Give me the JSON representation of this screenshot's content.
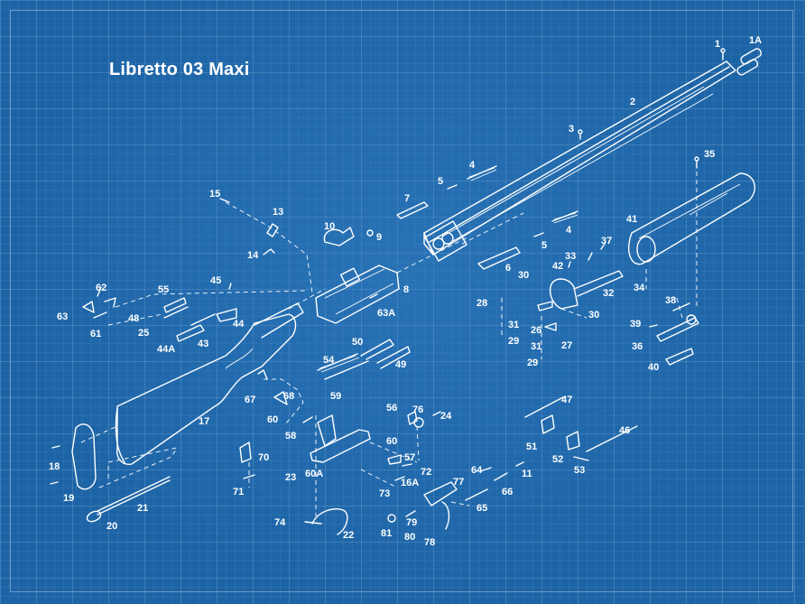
{
  "title": "Libretto 03 Maxi",
  "part_labels": [
    {
      "id": "p1",
      "text": "1"
    },
    {
      "id": "p1a",
      "text": "1A"
    },
    {
      "id": "p2",
      "text": "2"
    },
    {
      "id": "p3",
      "text": "3"
    },
    {
      "id": "p4a",
      "text": "4"
    },
    {
      "id": "p5a",
      "text": "5"
    },
    {
      "id": "p7",
      "text": "7"
    },
    {
      "id": "p35",
      "text": "35"
    },
    {
      "id": "p15",
      "text": "15"
    },
    {
      "id": "p13",
      "text": "13"
    },
    {
      "id": "p14",
      "text": "14"
    },
    {
      "id": "p10",
      "text": "10"
    },
    {
      "id": "p9",
      "text": "9"
    },
    {
      "id": "p41",
      "text": "41"
    },
    {
      "id": "p4b",
      "text": "4"
    },
    {
      "id": "p5b",
      "text": "5"
    },
    {
      "id": "p37",
      "text": "37"
    },
    {
      "id": "p33",
      "text": "33"
    },
    {
      "id": "p42",
      "text": "42"
    },
    {
      "id": "p6",
      "text": "6"
    },
    {
      "id": "p30a",
      "text": "30"
    },
    {
      "id": "p32",
      "text": "32"
    },
    {
      "id": "p34",
      "text": "34"
    },
    {
      "id": "p30b",
      "text": "30"
    },
    {
      "id": "p8",
      "text": "8"
    },
    {
      "id": "p45",
      "text": "45"
    },
    {
      "id": "p55",
      "text": "55"
    },
    {
      "id": "p62",
      "text": "62"
    },
    {
      "id": "p63",
      "text": "63"
    },
    {
      "id": "p48",
      "text": "48"
    },
    {
      "id": "p61",
      "text": "61"
    },
    {
      "id": "p25",
      "text": "25"
    },
    {
      "id": "p44",
      "text": "44"
    },
    {
      "id": "p44a",
      "text": "44A"
    },
    {
      "id": "p43",
      "text": "43"
    },
    {
      "id": "p63a",
      "text": "63A"
    },
    {
      "id": "p28",
      "text": "28"
    },
    {
      "id": "p31a",
      "text": "31"
    },
    {
      "id": "p29a",
      "text": "29"
    },
    {
      "id": "p26",
      "text": "26"
    },
    {
      "id": "p31b",
      "text": "31"
    },
    {
      "id": "p27",
      "text": "27"
    },
    {
      "id": "p29b",
      "text": "29"
    },
    {
      "id": "p38",
      "text": "38"
    },
    {
      "id": "p39",
      "text": "39"
    },
    {
      "id": "p36",
      "text": "36"
    },
    {
      "id": "p40",
      "text": "40"
    },
    {
      "id": "p50",
      "text": "50"
    },
    {
      "id": "p54",
      "text": "54"
    },
    {
      "id": "p49",
      "text": "49"
    },
    {
      "id": "p67",
      "text": "67"
    },
    {
      "id": "p68",
      "text": "68"
    },
    {
      "id": "p59",
      "text": "59"
    },
    {
      "id": "p17",
      "text": "17"
    },
    {
      "id": "p60a",
      "text": "60"
    },
    {
      "id": "p56",
      "text": "56"
    },
    {
      "id": "p76",
      "text": "76"
    },
    {
      "id": "p24",
      "text": "24"
    },
    {
      "id": "p47",
      "text": "47"
    },
    {
      "id": "p58",
      "text": "58"
    },
    {
      "id": "p60b",
      "text": "60"
    },
    {
      "id": "p57",
      "text": "57"
    },
    {
      "id": "p46",
      "text": "46"
    },
    {
      "id": "p51",
      "text": "51"
    },
    {
      "id": "p52",
      "text": "52"
    },
    {
      "id": "p53",
      "text": "53"
    },
    {
      "id": "p18",
      "text": "18"
    },
    {
      "id": "p70",
      "text": "70"
    },
    {
      "id": "p60c",
      "text": "60A"
    },
    {
      "id": "p72",
      "text": "72"
    },
    {
      "id": "p64",
      "text": "64"
    },
    {
      "id": "p11",
      "text": "11"
    },
    {
      "id": "p23",
      "text": "23"
    },
    {
      "id": "p16a",
      "text": "16A"
    },
    {
      "id": "p77",
      "text": "77"
    },
    {
      "id": "p19",
      "text": "19"
    },
    {
      "id": "p71",
      "text": "71"
    },
    {
      "id": "p73",
      "text": "73"
    },
    {
      "id": "p66",
      "text": "66"
    },
    {
      "id": "p21",
      "text": "21"
    },
    {
      "id": "p65",
      "text": "65"
    },
    {
      "id": "p74",
      "text": "74"
    },
    {
      "id": "p79",
      "text": "79"
    },
    {
      "id": "p20",
      "text": "20"
    },
    {
      "id": "p22",
      "text": "22"
    },
    {
      "id": "p81",
      "text": "81"
    },
    {
      "id": "p80",
      "text": "80"
    },
    {
      "id": "p78",
      "text": "78"
    }
  ],
  "colors": {
    "background": "#1d64a6",
    "lines": "#ffffff"
  }
}
